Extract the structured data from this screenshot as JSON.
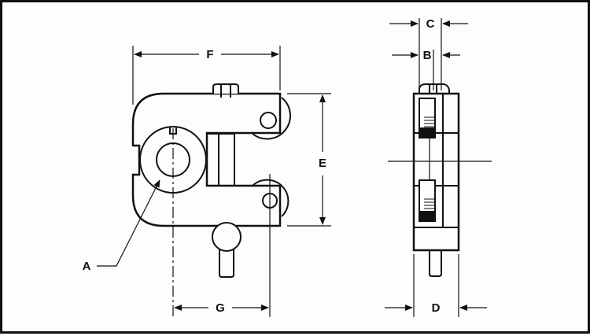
{
  "diagram": {
    "labels": {
      "A": "A",
      "B": "B",
      "C": "C",
      "D": "D",
      "E": "E",
      "F": "F",
      "G": "G"
    },
    "colors": {
      "ink": "#111111",
      "paper": "#fdfdfd"
    }
  }
}
